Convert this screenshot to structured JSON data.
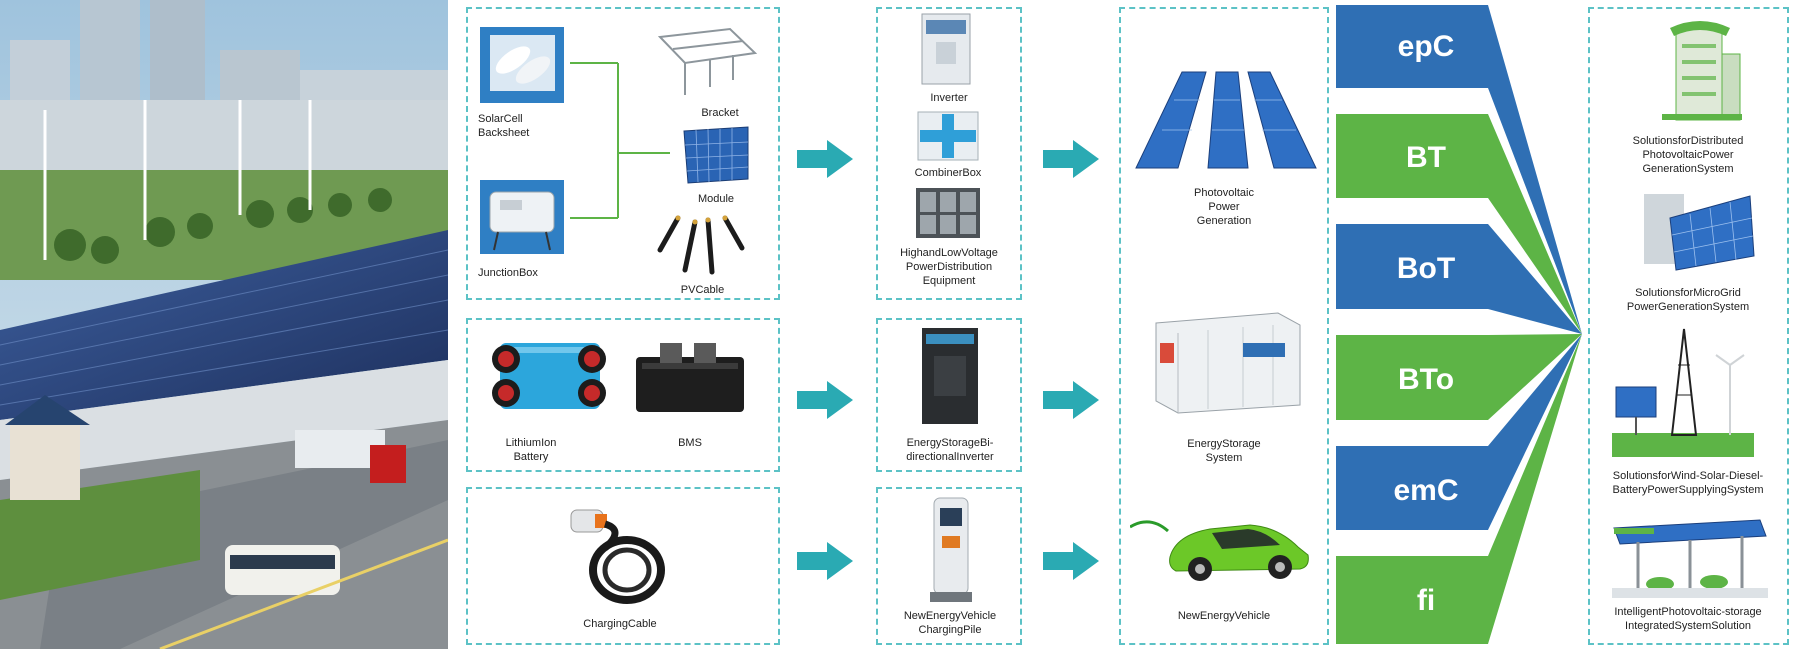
{
  "components": {
    "solar_cell": "SolarCell\nBacksheet",
    "bracket": "Bracket",
    "module": "Module",
    "junction_box": "JunctionBox",
    "pv_cable": "PVCable",
    "lithium_battery": "LithiumIon\nBattery",
    "bms": "BMS",
    "charging_cable": "ChargingCable"
  },
  "equipment": {
    "inverter": "Inverter",
    "combiner_box": "CombinerBox",
    "distribution": "HighandLowVoltage\nPowerDistribution\nEquipment",
    "storage_inverter": "EnergyStorageBi-\ndirectionalInverter",
    "charging_pile": "NewEnergyVehicle\nChargingPile"
  },
  "systems": {
    "pv_generation": "Photovoltaic\nPower\nGeneration",
    "energy_storage": "EnergyStorage\nSystem",
    "ev": "NewEnergyVehicle"
  },
  "models": [
    "epC",
    "BT",
    "BoT",
    "BTo",
    "emC",
    "fi"
  ],
  "solutions": {
    "distributed": "SolutionsforDistributed\nPhotovoltaicPower\nGenerationSystem",
    "microgrid": "SolutionsforMicroGrid\nPowerGenerationSystem",
    "wind_solar": "SolutionsforWind-Solar-Diesel-\nBatteryPowerSupplyingSystem",
    "pv_storage": "IntelligentPhotovoltaic-storage\nIntegratedSystemSolution"
  },
  "colors": {
    "blue": "#2f6fb4",
    "green": "#5db446",
    "teal": "#2aaab3",
    "dash": "#5cc2c6"
  }
}
